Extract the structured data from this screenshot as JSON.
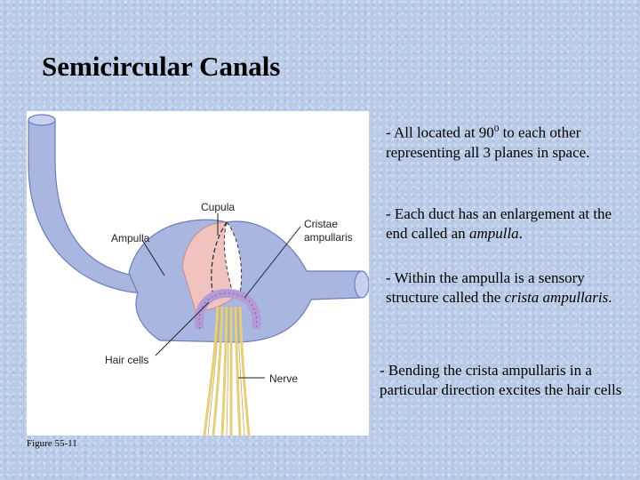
{
  "slide": {
    "title": "Semicircular Canals",
    "figure_caption": "Figure 55-11"
  },
  "figure": {
    "labels": {
      "cupula": "Cupula",
      "ampulla": "Ampulla",
      "cristae_line1": "Cristae",
      "cristae_line2": "ampullaris",
      "hair_cells": "Hair cells",
      "nerve": "Nerve"
    }
  },
  "bullets": {
    "b1_pre": "- All located at 90",
    "b1_sup": "0",
    "b1_post": " to each other representing all 3 planes in space.",
    "b2_pre": "- Each duct has an enlargement at the end called an ",
    "b2_em": "ampulla",
    "b2_post": ".",
    "b3_pre": "- Within the ampulla is a sensory structure called the ",
    "b3_em": "crista ampullaris",
    "b3_post": ".",
    "b4": "- Bending the crista ampullaris in a particular direction excites the hair cells"
  }
}
